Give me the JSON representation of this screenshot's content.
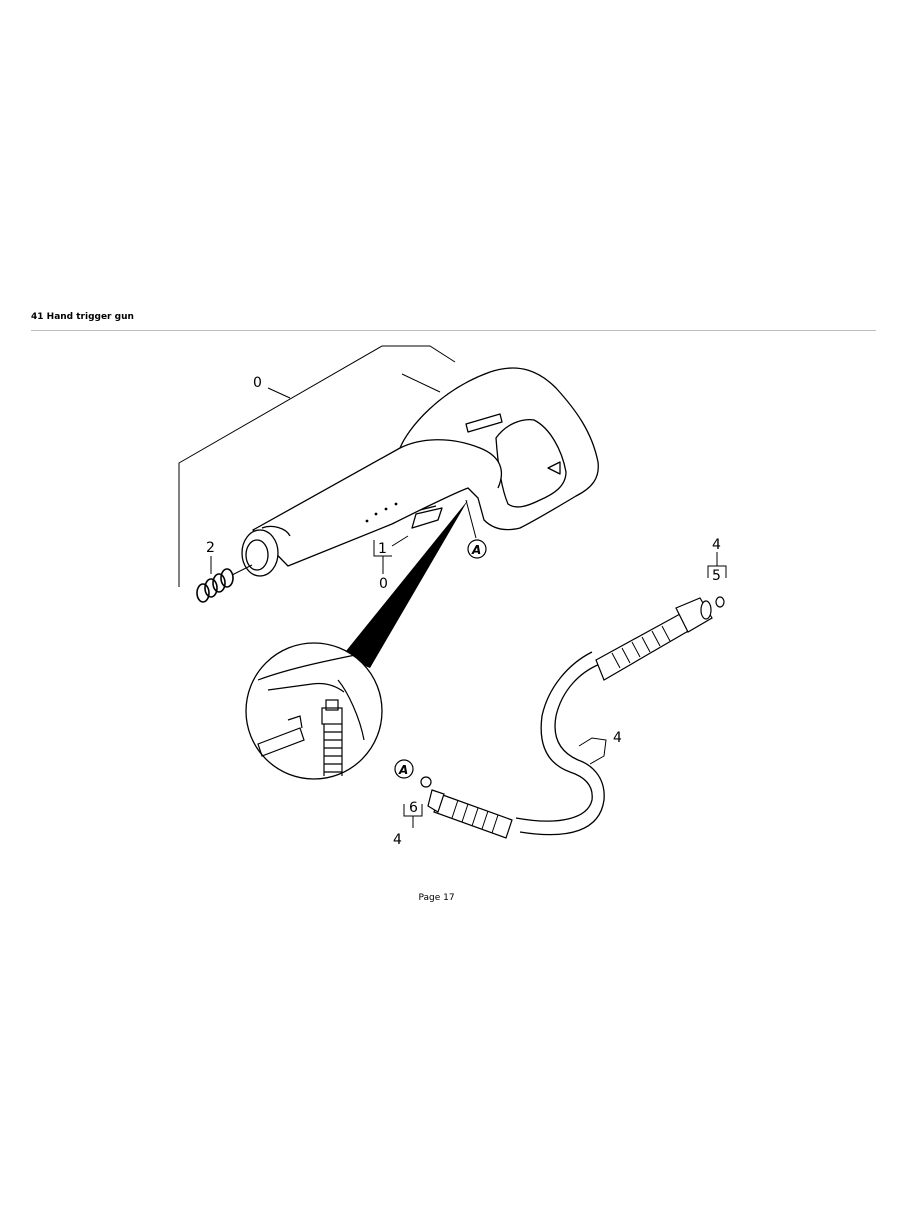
{
  "header": {
    "section_title": "41 Hand trigger gun"
  },
  "diagram": {
    "callouts": {
      "gun_assembly": "0",
      "spring": "2",
      "clip_top": "1",
      "clip_bottom": "0",
      "detail_marker_gun": "A",
      "detail_marker_hose": "A",
      "nut_top": "4",
      "nut_bottom": "5",
      "hose": "4",
      "oring_top": "6",
      "oring_bottom": "4"
    }
  },
  "footer": {
    "page_label": "Page 17"
  }
}
